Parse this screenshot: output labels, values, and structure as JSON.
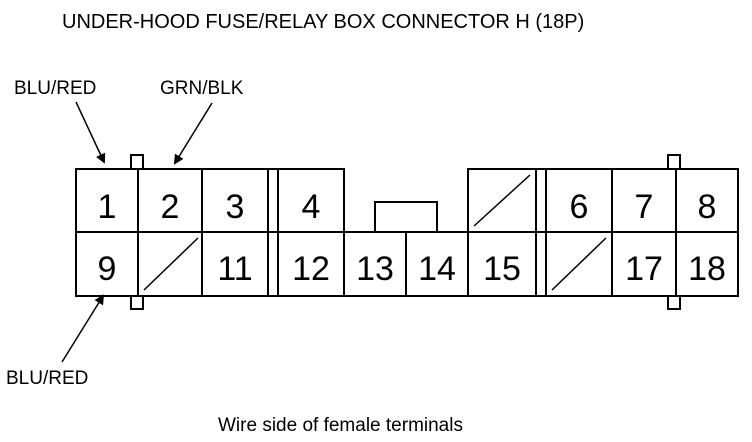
{
  "title": "UNDER-HOOD FUSE/RELAY BOX CONNECTOR H (18P)",
  "wire_labels": {
    "top_left": "BLU/RED",
    "top_right": "GRN/BLK",
    "bottom_left": "BLU/RED"
  },
  "terminals": {
    "t1": "1",
    "t2": "2",
    "t3": "3",
    "t4": "4",
    "t6": "6",
    "t7": "7",
    "t8": "8",
    "t9": "9",
    "t11": "11",
    "t12": "12",
    "t13": "13",
    "t14": "14",
    "t15": "15",
    "t17": "17",
    "t18": "18"
  },
  "footer": "Wire side of female terminals"
}
